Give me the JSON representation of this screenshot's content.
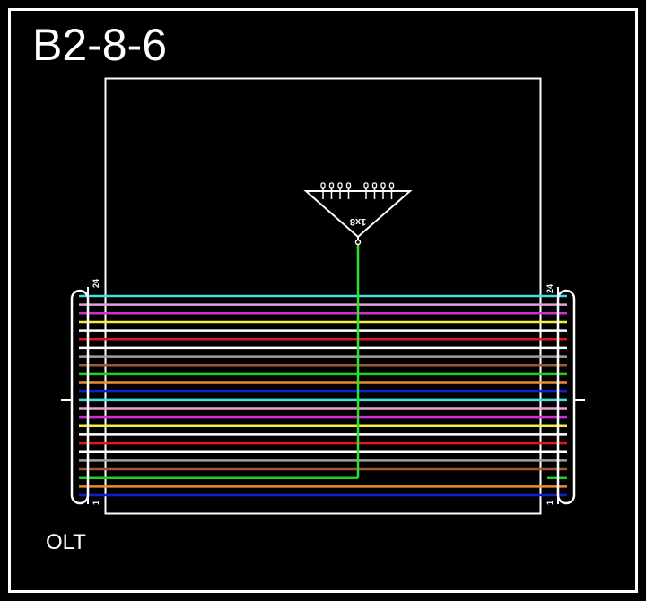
{
  "title": "B2-8-6",
  "olt_label": "OLT",
  "splitter": {
    "label": "1x8",
    "ports": 8,
    "color": "#ffffff"
  },
  "cable": {
    "left_top_label": "24",
    "left_bottom_label": "1",
    "right_top_label": "24",
    "right_bottom_label": "1",
    "fiber_count": 24,
    "fibers_top_to_bottom": [
      {
        "n": 24,
        "color": "#40e0e0"
      },
      {
        "n": 23,
        "color": "#e8a0e0"
      },
      {
        "n": 22,
        "color": "#d030d0"
      },
      {
        "n": 21,
        "color": "#f0f040"
      },
      {
        "n": 20,
        "color": "#ffffff"
      },
      {
        "n": 19,
        "color": "#e01818"
      },
      {
        "n": 18,
        "color": "#ffffff"
      },
      {
        "n": 17,
        "color": "#a0a0a0"
      },
      {
        "n": 16,
        "color": "#a05a30"
      },
      {
        "n": 15,
        "color": "#20d020"
      },
      {
        "n": 14,
        "color": "#f08c30"
      },
      {
        "n": 13,
        "color": "#1020d0"
      },
      {
        "n": 12,
        "color": "#40e0e0"
      },
      {
        "n": 11,
        "color": "#e8a0e0"
      },
      {
        "n": 10,
        "color": "#d030d0"
      },
      {
        "n": 9,
        "color": "#f0f040"
      },
      {
        "n": 8,
        "color": "#ffffff"
      },
      {
        "n": 7,
        "color": "#e01818"
      },
      {
        "n": 6,
        "color": "#ffffff"
      },
      {
        "n": 5,
        "color": "#a0a0a0"
      },
      {
        "n": 4,
        "color": "#a05a30"
      },
      {
        "n": 3,
        "color": "#20d020"
      },
      {
        "n": 2,
        "color": "#f08c30"
      },
      {
        "n": 1,
        "color": "#1020d0"
      }
    ],
    "spliced_fiber": 3,
    "splice_color": "#30e030"
  },
  "colors": {
    "background": "#000000",
    "frame": "#ffffff"
  }
}
